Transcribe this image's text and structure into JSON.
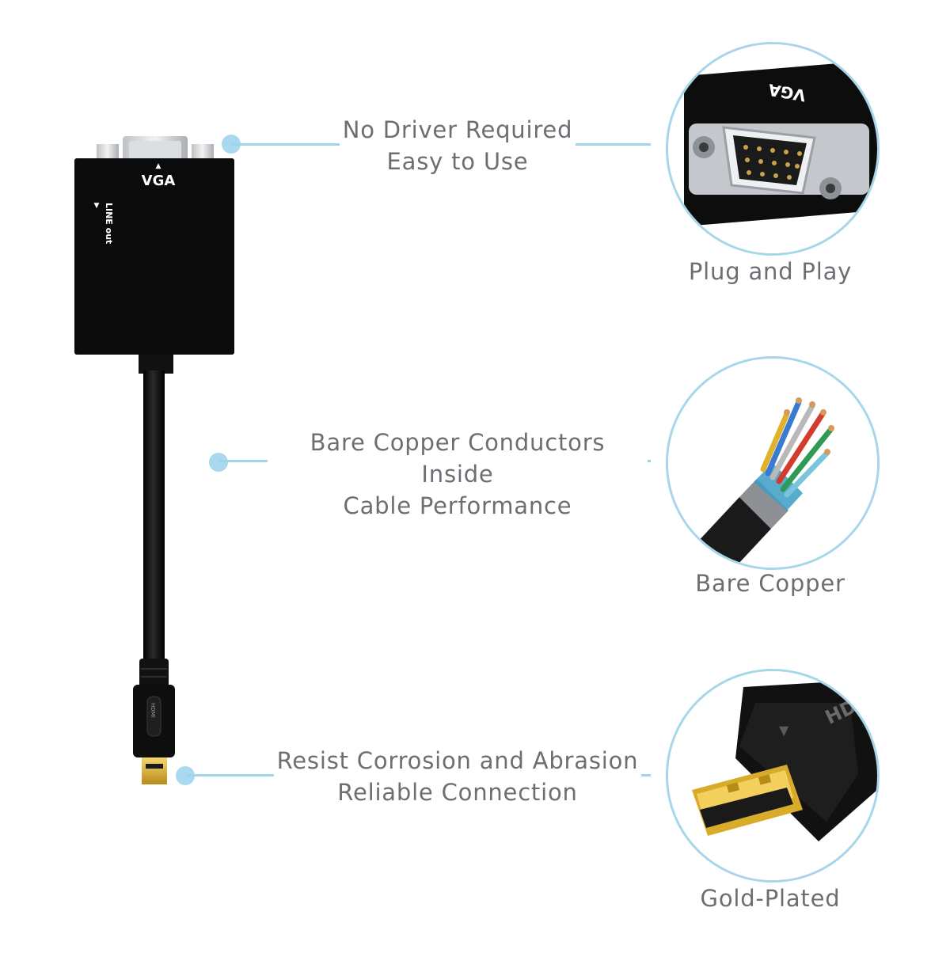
{
  "device": {
    "port_label": "VGA",
    "side_label": "LINE out",
    "plug_brand": "HDMI"
  },
  "callouts": [
    {
      "line1": "No Driver Required",
      "line2": "Easy to Use"
    },
    {
      "line1": "Bare Copper Conductors Inside",
      "line2": "Cable Performance"
    },
    {
      "line1": "Resist Corrosion and Abrasion",
      "line2": "Reliable Connection"
    }
  ],
  "features": [
    {
      "caption": "Plug and Play",
      "icon": "vga-port-closeup",
      "inset_label": "VGA"
    },
    {
      "caption": "Bare Copper",
      "icon": "copper-wires-closeup"
    },
    {
      "caption": "Gold-Plated",
      "icon": "gold-plated-plug-closeup",
      "inset_label": "HD"
    }
  ],
  "colors": {
    "accent_line": "#9fd4ea",
    "text": "#6b6e72",
    "device": "#0b0b0b"
  }
}
